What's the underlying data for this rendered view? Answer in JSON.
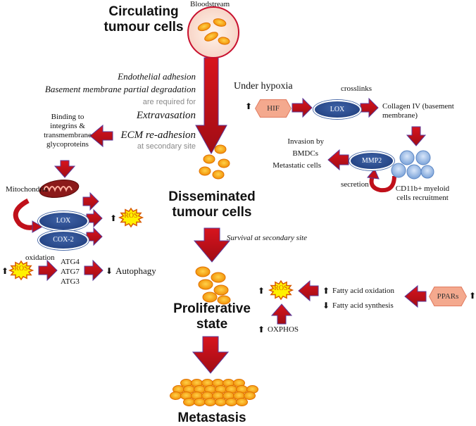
{
  "stages": {
    "circulating": "Circulating tumour cells",
    "disseminated": "Disseminated tumour cells",
    "proliferative": "Proliferative state",
    "metastasis": "Metastasis"
  },
  "bloodstream": "Bloodstream",
  "extravasation": {
    "line1": "Endothelial adhesion",
    "line2": "Basement membrane partial degradation",
    "required": "are required for",
    "label": "Extravasation"
  },
  "ecm": {
    "label": "ECM re-adhesion",
    "site": "at secondary site",
    "binding": "Binding to integrins & transmembrane glycoproteins"
  },
  "left": {
    "mitochondria": "Mitochondria",
    "lox": "LOX",
    "cox2": "COX-2",
    "ros": "ROS",
    "oxidation": "oxidation",
    "atg4": "ATG4",
    "atg7": "ATG7",
    "atg3": "ATG3",
    "autophagy": "Autophagy"
  },
  "hypoxia": {
    "title": "Under hypoxia",
    "hif": "HIF",
    "lox": "LOX",
    "crosslinks": "crosslinks",
    "collagen": "Collagen IV (basement membrane)",
    "mmp2": "MMP2",
    "invasion": "Invasion by",
    "bmdcs": "BMDCs",
    "metastatic": "Metastatic cells",
    "secretion": "secretion",
    "cd11b": "CD11b+ myeloid cells recruitment"
  },
  "survival": "Survival at secondary site",
  "lipid": {
    "ros": "ROS",
    "fao": "Fatty acid oxidation",
    "fas": "Fatty acid  synthesis",
    "ppars": "PPARs",
    "oxphos": "OXPHOS"
  },
  "arrows": {
    "up": "⬆",
    "down": "⬇"
  },
  "colors": {
    "arrow": "#c0101a",
    "arrow_edge": "#5a3a9a",
    "ros_fill": "#fff200",
    "ros_text": "#d85a00",
    "hex_fill": "#f4a98e",
    "oval": "#2b4a8c"
  }
}
